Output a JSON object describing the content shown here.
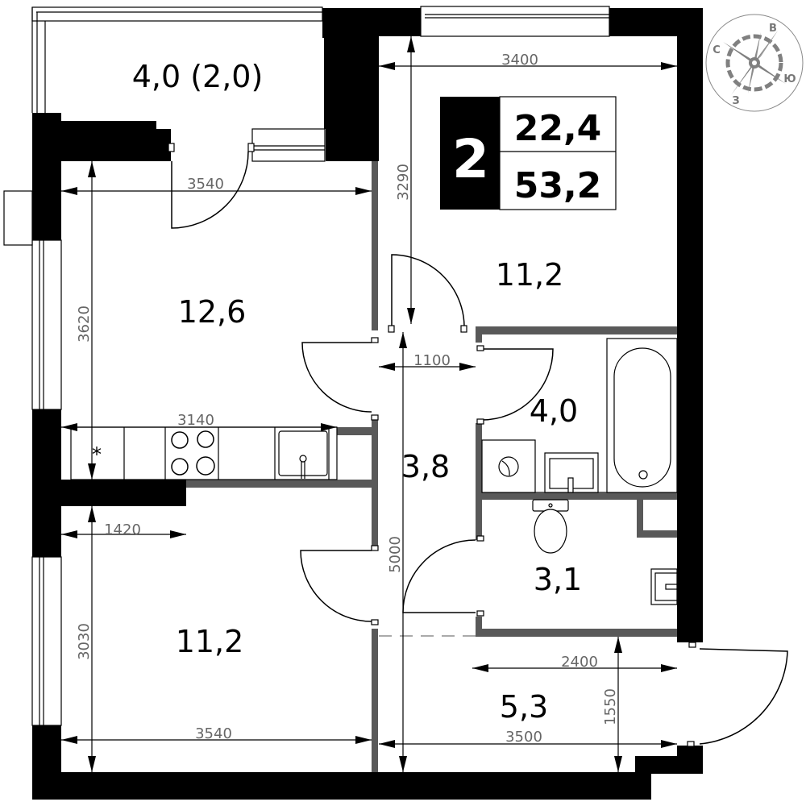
{
  "plan": {
    "rooms_count": "2",
    "living_area": "22,4",
    "total_area": "53,2"
  },
  "rooms": {
    "loggia": {
      "label": "4,0 (2,0)"
    },
    "kitchen": {
      "label": "12,6"
    },
    "bedroom_top": {
      "label": "11,2"
    },
    "bedroom_bottom": {
      "label": "11,2"
    },
    "hallway": {
      "label": "3,8"
    },
    "bathroom": {
      "label": "4,0"
    },
    "toilet": {
      "label": "3,1"
    },
    "entry": {
      "label": "5,3"
    }
  },
  "dimensions": {
    "kitchen_width": "3540",
    "kitchen_depth": "3620",
    "kitchen_counter": "3140",
    "bedroom_top_width": "3400",
    "bedroom_top_depth": "3290",
    "hallway_width": "1100",
    "hallway_length": "5000",
    "bedroom_bottom_niche": "1420",
    "bedroom_bottom_depth": "3030",
    "bedroom_bottom_width": "3540",
    "entry_width_inner": "2400",
    "entry_width": "3500",
    "entry_depth": "1550"
  },
  "compass": {
    "north": "С",
    "east": "В",
    "south": "Ю",
    "west": "З"
  },
  "colors": {
    "wall_outer": "#000000",
    "wall_inner": "#595959",
    "dimension_text": "#666666",
    "compass": "#808080"
  }
}
